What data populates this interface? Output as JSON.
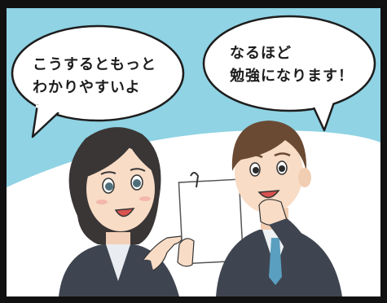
{
  "panel": {
    "speech_left": {
      "line1": "こうするともっと",
      "line2": "わかりやすいよ"
    },
    "speech_right": {
      "line1": "なるほど",
      "line2": "勉強になります！"
    }
  },
  "colors": {
    "sky": "#8fd3e4",
    "border": "#111111",
    "suit": "#3f4550",
    "skin": "#f8dcc6",
    "hair_woman": "#3a3636",
    "hair_man": "#6b4a34",
    "tie": "#5a9fc0"
  }
}
